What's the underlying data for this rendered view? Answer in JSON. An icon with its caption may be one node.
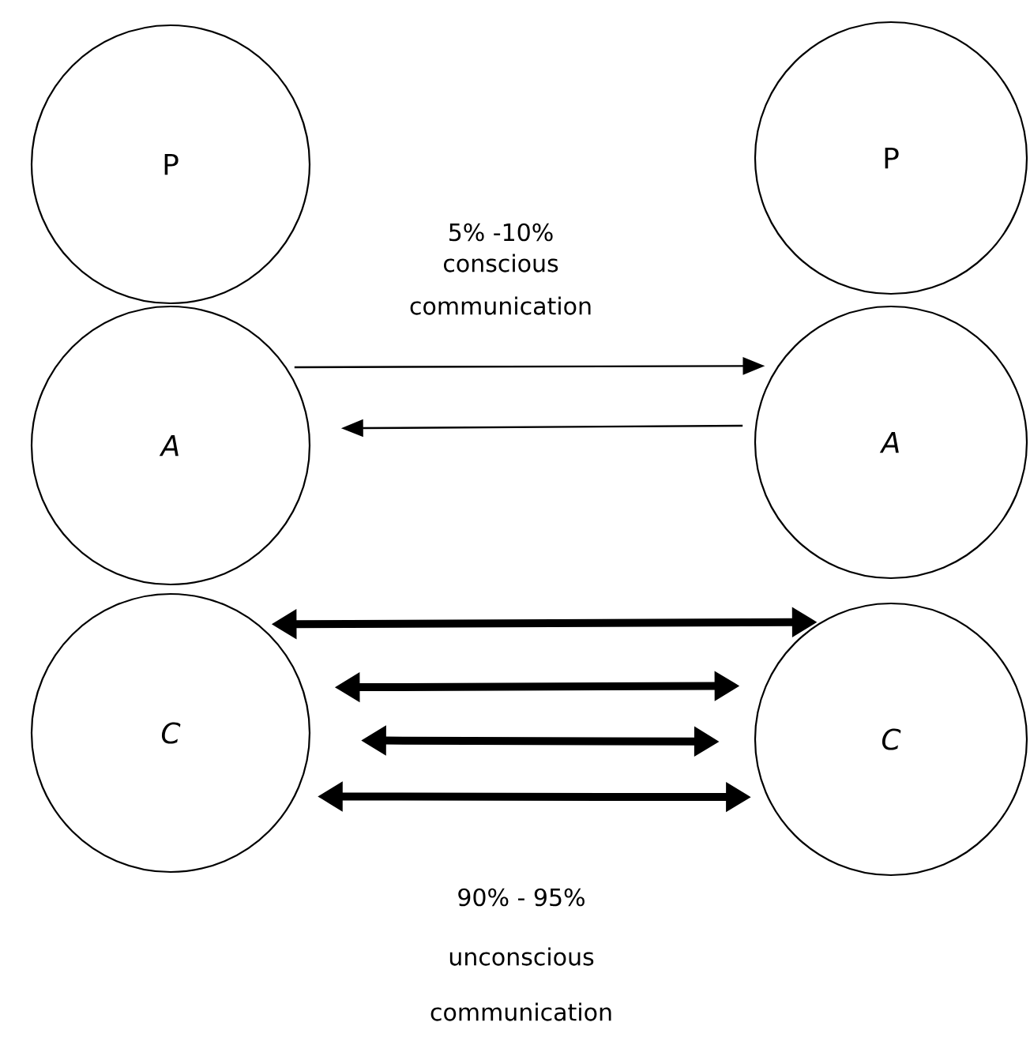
{
  "diagram": {
    "nodes": [
      {
        "text": [
          "P"
        ]
      },
      {
        "text": [
          "A"
        ]
      },
      {
        "text": [
          "C"
        ]
      },
      {
        "text": [
          "P"
        ]
      },
      {
        "text": [
          "A"
        ]
      },
      {
        "text": [
          "C"
        ]
      }
    ],
    "edges": [
      {
        "from": 1,
        "to": 4,
        "arrow": "to"
      },
      {
        "from": 4,
        "to": 1,
        "arrow": "to"
      },
      {
        "from": 2,
        "to": 5,
        "arrow": "both"
      },
      {
        "from": 2,
        "to": 5,
        "arrow": "both"
      },
      {
        "from": 2,
        "to": 5,
        "arrow": "both"
      },
      {
        "from": 2,
        "to": 5,
        "arrow": "both"
      }
    ],
    "labels": [
      "5% -10%",
      "conscious communication",
      "90% - 95%",
      "unconscious communication"
    ]
  }
}
